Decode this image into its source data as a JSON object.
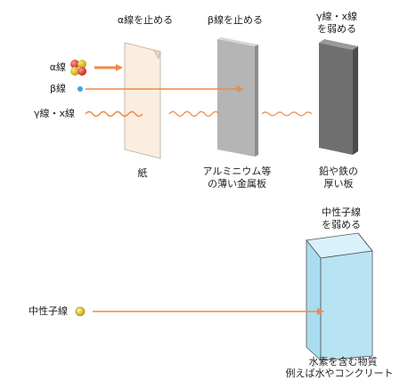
{
  "colors": {
    "arrow": "#ee8a4a",
    "wave": "#ee8a4a",
    "paper": "#fbeee0",
    "paper_edge": "#b8a898",
    "aluminum": "#b5b5b5",
    "aluminum_side": "#8c8c8c",
    "lead": "#6f6f6f",
    "lead_side": "#4a4a4a",
    "water": "#b8e3f3",
    "water_top": "#d9f1fa",
    "beta_dot": "#3aa6d8",
    "neutron_dot": "#e2c11a"
  },
  "shields": {
    "alpha_stop": "α線を止める",
    "beta_stop": "β線を止める",
    "gamma_weaken_line1": "γ線・x線",
    "gamma_weaken_line2": "を弱める",
    "neutron_weaken_line1": "中性子線",
    "neutron_weaken_line2": "を弱める"
  },
  "rays": {
    "alpha": "α線",
    "beta": "β線",
    "gamma": "γ線・x線",
    "neutron": "中性子線"
  },
  "materials": {
    "paper": "紙",
    "aluminum_line1": "アルミニウム等",
    "aluminum_line2": "の薄い金属板",
    "lead_line1": "鉛や鉄の",
    "lead_line2": "厚い板",
    "water_line1": "水素を含む物質",
    "water_line2": "例えば水やコンクリート"
  },
  "icons": {
    "alpha_particle": "alpha-particle-icon",
    "beta_particle": "beta-particle-icon",
    "neutron_particle": "neutron-particle-icon"
  }
}
